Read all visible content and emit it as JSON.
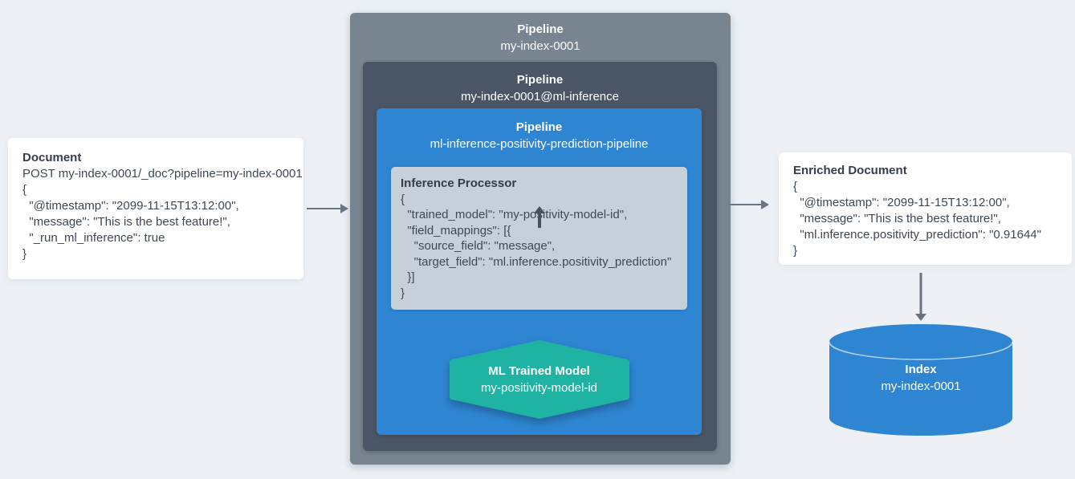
{
  "colors": {
    "background": "#edf1f6",
    "outer_pipeline_bg": "#78848f",
    "inner_pipeline_bg": "#4a5666",
    "ml_pipeline_bg": "#2e86d3",
    "processor_bg": "#c6d0db",
    "model_hexagon_bg": "#1eb3a2",
    "index_cylinder_bg": "#2e86d3",
    "card_bg": "#ffffff",
    "dark_text": "#3d4855",
    "light_text": "#ffffff",
    "arrow_gray": "#6b7684",
    "arrow_dark": "#4a5055"
  },
  "document_card": {
    "title": "Document",
    "lines": [
      "POST my-index-0001/_doc?pipeline=my-index-0001",
      "{",
      "  \"@timestamp\": \"2099-11-15T13:12:00\",",
      "  \"message\": \"This is the best feature!\",",
      "  \"_run_ml_inference\": true",
      "}"
    ]
  },
  "outer_pipeline": {
    "label": "Pipeline",
    "name": "my-index-0001"
  },
  "inner_pipeline": {
    "label": "Pipeline",
    "name": "my-index-0001@ml-inference"
  },
  "ml_pipeline": {
    "label": "Pipeline",
    "name": "ml-inference-positivity-prediction-pipeline"
  },
  "inference_processor": {
    "title": "Inference Processor",
    "lines": [
      "{",
      "  \"trained_model\": \"my-positivity-model-id\",",
      "  \"field_mappings\": [{",
      "    \"source_field\": \"message\",",
      "    \"target_field\": \"ml.inference.positivity_prediction\"",
      "  }]",
      "}"
    ]
  },
  "trained_model": {
    "title": "ML Trained Model",
    "name": "my-positivity-model-id"
  },
  "enriched_card": {
    "title": "Enriched Document",
    "lines": [
      "{",
      "  \"@timestamp\": \"2099-11-15T13:12:00\",",
      "  \"message\": \"This is the best feature!\",",
      "  \"ml.inference.positivity_prediction\": \"0.91644\"",
      "}"
    ]
  },
  "index": {
    "title": "Index",
    "name": "my-index-0001"
  }
}
